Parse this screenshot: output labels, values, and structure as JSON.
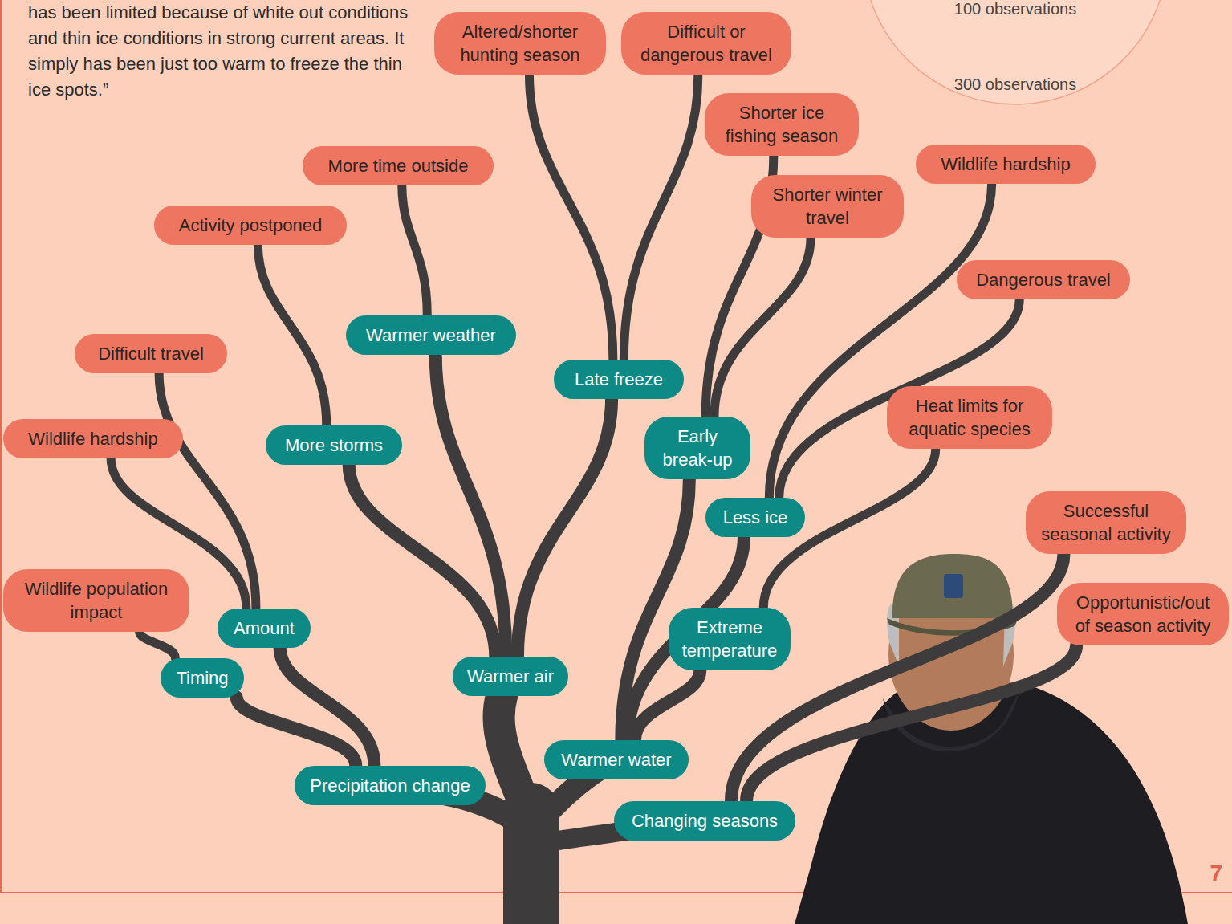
{
  "diagram": {
    "nodes": [
      {
        "text": [
          "Altered/shorter hunting season"
        ]
      },
      {
        "text": [
          "Difficult or dangerous travel"
        ]
      },
      {
        "text": [
          "Shorter ice fishing season"
        ]
      },
      {
        "text": [
          "Wildlife hardship"
        ]
      },
      {
        "text": [
          "More time outside"
        ]
      },
      {
        "text": [
          "Shorter winter travel"
        ]
      },
      {
        "text": [
          "Activity postponed"
        ]
      },
      {
        "text": [
          "Dangerous travel"
        ]
      },
      {
        "text": [
          "Warmer weather"
        ]
      },
      {
        "text": [
          "Difficult travel"
        ]
      },
      {
        "text": [
          "Late freeze"
        ]
      },
      {
        "text": [
          "Heat limits for aquatic species"
        ]
      },
      {
        "text": [
          "Wildlife hardship"
        ]
      },
      {
        "text": [
          "More storms"
        ]
      },
      {
        "text": [
          "Early break-up"
        ]
      },
      {
        "text": [
          "Less ice"
        ]
      },
      {
        "text": [
          "Successful seasonal activity"
        ]
      },
      {
        "text": [
          "Wildlife population impact"
        ]
      },
      {
        "text": [
          "Opportunistic/out of season activity"
        ]
      },
      {
        "text": [
          "Amount"
        ]
      },
      {
        "text": [
          "Extreme temperature"
        ]
      },
      {
        "text": [
          "Warmer air"
        ]
      },
      {
        "text": [
          "Timing"
        ]
      },
      {
        "text": [
          "Warmer water"
        ]
      },
      {
        "text": [
          "Precipitation change"
        ]
      },
      {
        "text": [
          "Changing seasons"
        ]
      }
    ],
    "edges": [
      {
        "from": 24,
        "to": 22,
        "arrow": "none"
      },
      {
        "from": 24,
        "to": 19,
        "arrow": "none"
      },
      {
        "from": 22,
        "to": 17,
        "arrow": "none"
      },
      {
        "from": 19,
        "to": 12,
        "arrow": "none"
      },
      {
        "from": 19,
        "to": 9,
        "arrow": "none"
      },
      {
        "from": 21,
        "to": 13,
        "arrow": "none"
      },
      {
        "from": 21,
        "to": 8,
        "arrow": "none"
      },
      {
        "from": 21,
        "to": 10,
        "arrow": "none"
      },
      {
        "from": 13,
        "to": 6,
        "arrow": "none"
      },
      {
        "from": 8,
        "to": 4,
        "arrow": "none"
      },
      {
        "from": 10,
        "to": 0,
        "arrow": "none"
      },
      {
        "from": 10,
        "to": 1,
        "arrow": "none"
      },
      {
        "from": 23,
        "to": 14,
        "arrow": "none"
      },
      {
        "from": 23,
        "to": 15,
        "arrow": "none"
      },
      {
        "from": 23,
        "to": 20,
        "arrow": "none"
      },
      {
        "from": 14,
        "to": 2,
        "arrow": "none"
      },
      {
        "from": 14,
        "to": 5,
        "arrow": "none"
      },
      {
        "from": 15,
        "to": 3,
        "arrow": "none"
      },
      {
        "from": 15,
        "to": 7,
        "arrow": "none"
      },
      {
        "from": 20,
        "to": 11,
        "arrow": "none"
      },
      {
        "from": 25,
        "to": 16,
        "arrow": "none"
      },
      {
        "from": 25,
        "to": 18,
        "arrow": "none"
      }
    ],
    "labels": [
      "has been limited because of white out conditions and thin ice conditions in strong current areas. It simply has been just too warm to freeze the thin ice spots.”",
      "7"
    ],
    "legend": [
      {
        "text": "100 observations"
      },
      {
        "text": "300 observations"
      }
    ]
  }
}
